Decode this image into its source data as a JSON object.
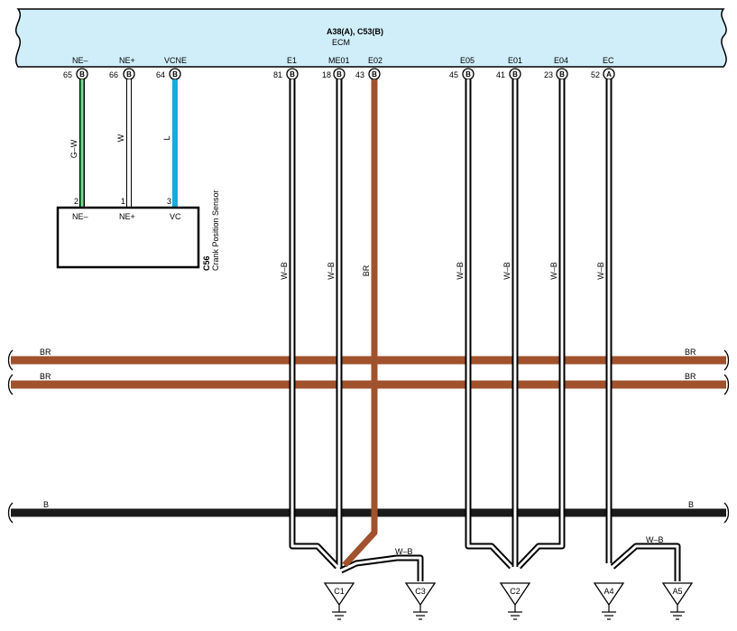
{
  "ecm": {
    "connectors": "A38(A), C53(B)",
    "name": "ECM",
    "fill_color": "#cfeefa",
    "pins": [
      {
        "label": "NE–",
        "number": "65",
        "connector": "B"
      },
      {
        "label": "NE+",
        "number": "66",
        "connector": "B"
      },
      {
        "label": "VCNE",
        "number": "64",
        "connector": "B"
      },
      {
        "label": "E1",
        "number": "81",
        "connector": "B"
      },
      {
        "label": "ME01",
        "number": "18",
        "connector": "B"
      },
      {
        "label": "E02",
        "number": "43",
        "connector": "B"
      },
      {
        "label": "E05",
        "number": "45",
        "connector": "B"
      },
      {
        "label": "E01",
        "number": "41",
        "connector": "B"
      },
      {
        "label": "E04",
        "number": "23",
        "connector": "B"
      },
      {
        "label": "EC",
        "number": "52",
        "connector": "A"
      }
    ]
  },
  "sensor": {
    "code": "C56",
    "name": "Crank Position Sensor",
    "pins": [
      {
        "number": "2",
        "label": "NE–"
      },
      {
        "number": "1",
        "label": "NE+"
      },
      {
        "number": "3",
        "label": "VC"
      }
    ]
  },
  "wires": {
    "sensor": [
      {
        "color_code": "G–W",
        "color": "#1a9a3c"
      },
      {
        "color_code": "W",
        "color": "#ffffff"
      },
      {
        "color_code": "L",
        "color": "#1ca8e0"
      }
    ],
    "ground": [
      {
        "color_code": "W–B"
      },
      {
        "color_code": "W–B"
      },
      {
        "color_code": "BR"
      },
      {
        "color_code": "W–B"
      },
      {
        "color_code": "W–B"
      },
      {
        "color_code": "W–B"
      },
      {
        "color_code": "W–B"
      }
    ],
    "c3_link": "W–B",
    "a5_link": "W–B",
    "brown_color": "#a0522d",
    "black_color": "#1a1a1a"
  },
  "buses": [
    {
      "label_left": "BR",
      "label_right": "BR"
    },
    {
      "label_left": "BR",
      "label_right": "BR"
    },
    {
      "label_left": "B",
      "label_right": "B"
    }
  ],
  "grounds": [
    "C1",
    "C3",
    "C2",
    "A4",
    "A5"
  ]
}
